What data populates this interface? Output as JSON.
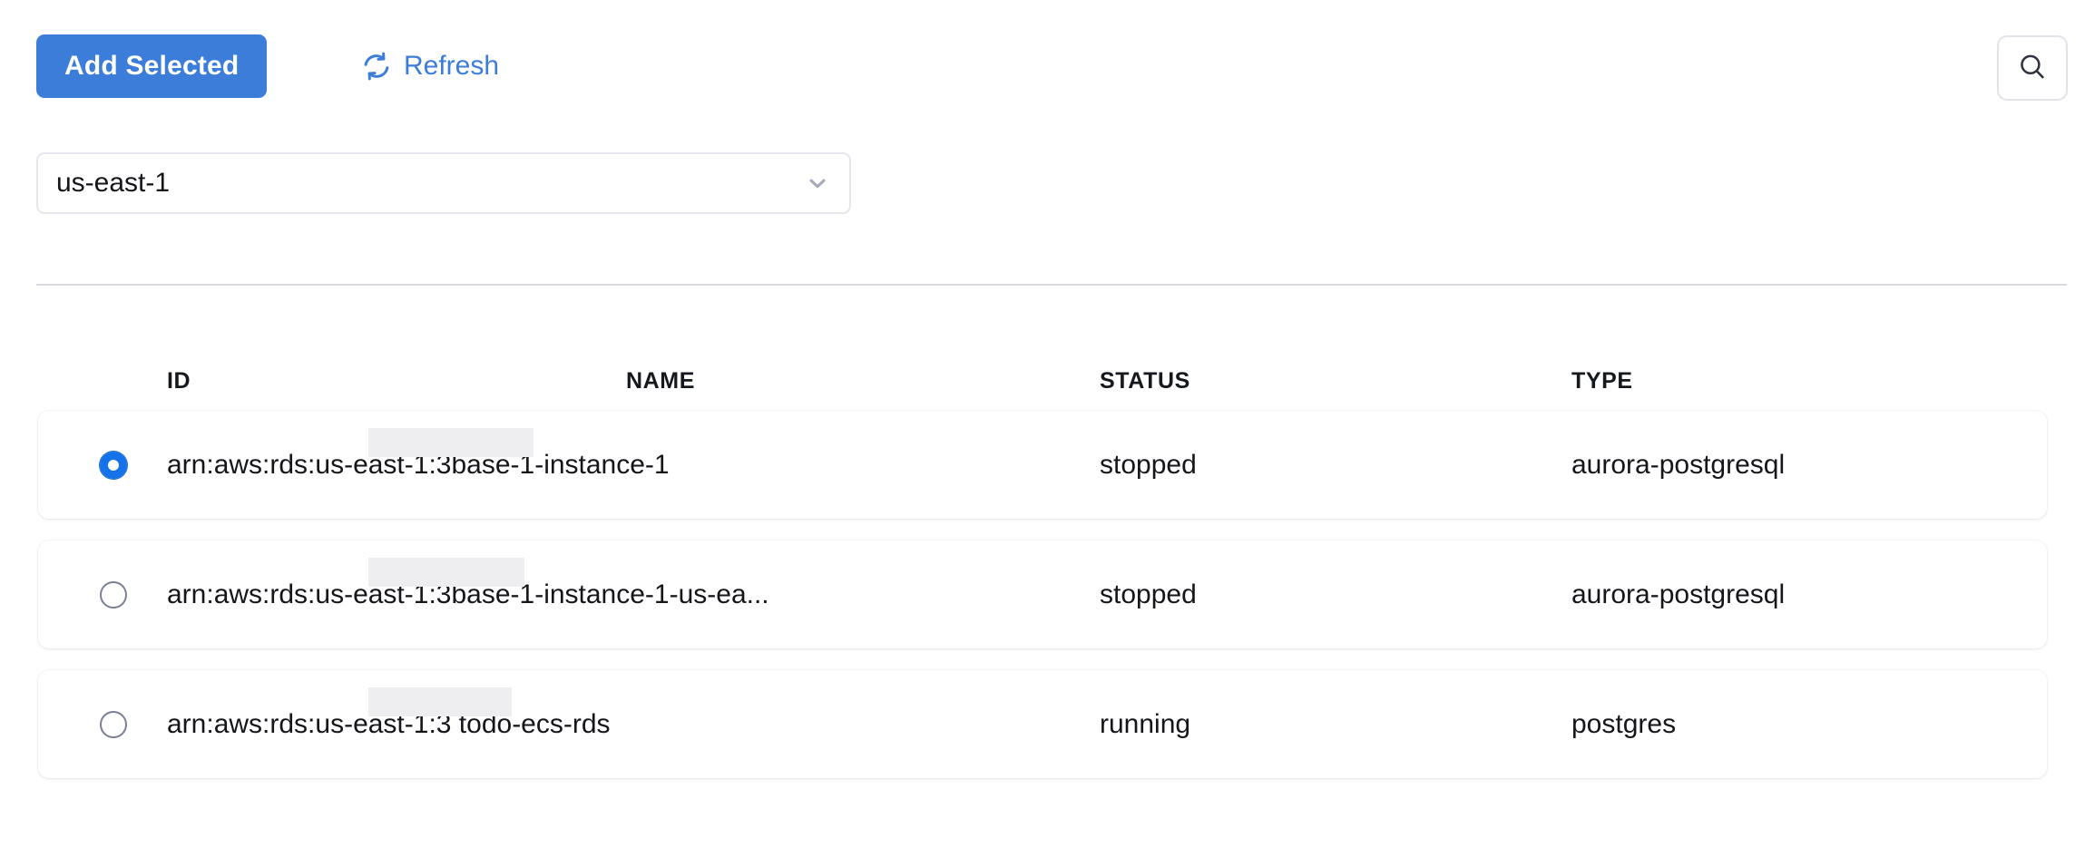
{
  "toolbar": {
    "add_selected_label": "Add Selected",
    "refresh_label": "Refresh",
    "refresh_icon": "refresh-icon",
    "search_icon": "search-icon",
    "accent_color": "#3b7dd8"
  },
  "region_filter": {
    "label": "us-east-1",
    "chevron_icon": "chevron-down-icon"
  },
  "table": {
    "columns": [
      "ID",
      "NAME",
      "STATUS",
      "TYPE"
    ],
    "rows": [
      {
        "selected": true,
        "id": "arn:aws:rds:us-east-1:3",
        "id_redacted": true,
        "id_suffix": "base-1-instance-1",
        "name": "",
        "status": "stopped",
        "type": "aurora-postgresql"
      },
      {
        "selected": false,
        "id": "arn:aws:rds:us-east-1:3",
        "id_redacted": true,
        "id_suffix": "base-1-instance-1-us-ea...",
        "name": "",
        "status": "stopped",
        "type": "aurora-postgresql"
      },
      {
        "selected": false,
        "id": "arn:aws:rds:us-east-1:3",
        "id_redacted": true,
        "id_suffix": " todo-ecs-rds",
        "name": "",
        "status": "running",
        "type": "postgres"
      }
    ]
  },
  "colors": {
    "primary_button_bg": "#3b7dd8",
    "link": "#3b7dd8",
    "radio_checked": "#1672e8",
    "radio_unchecked_border": "#7a7f96",
    "divider": "#d6d9e3",
    "redaction": "#eeeef0",
    "text": "#14161a"
  }
}
